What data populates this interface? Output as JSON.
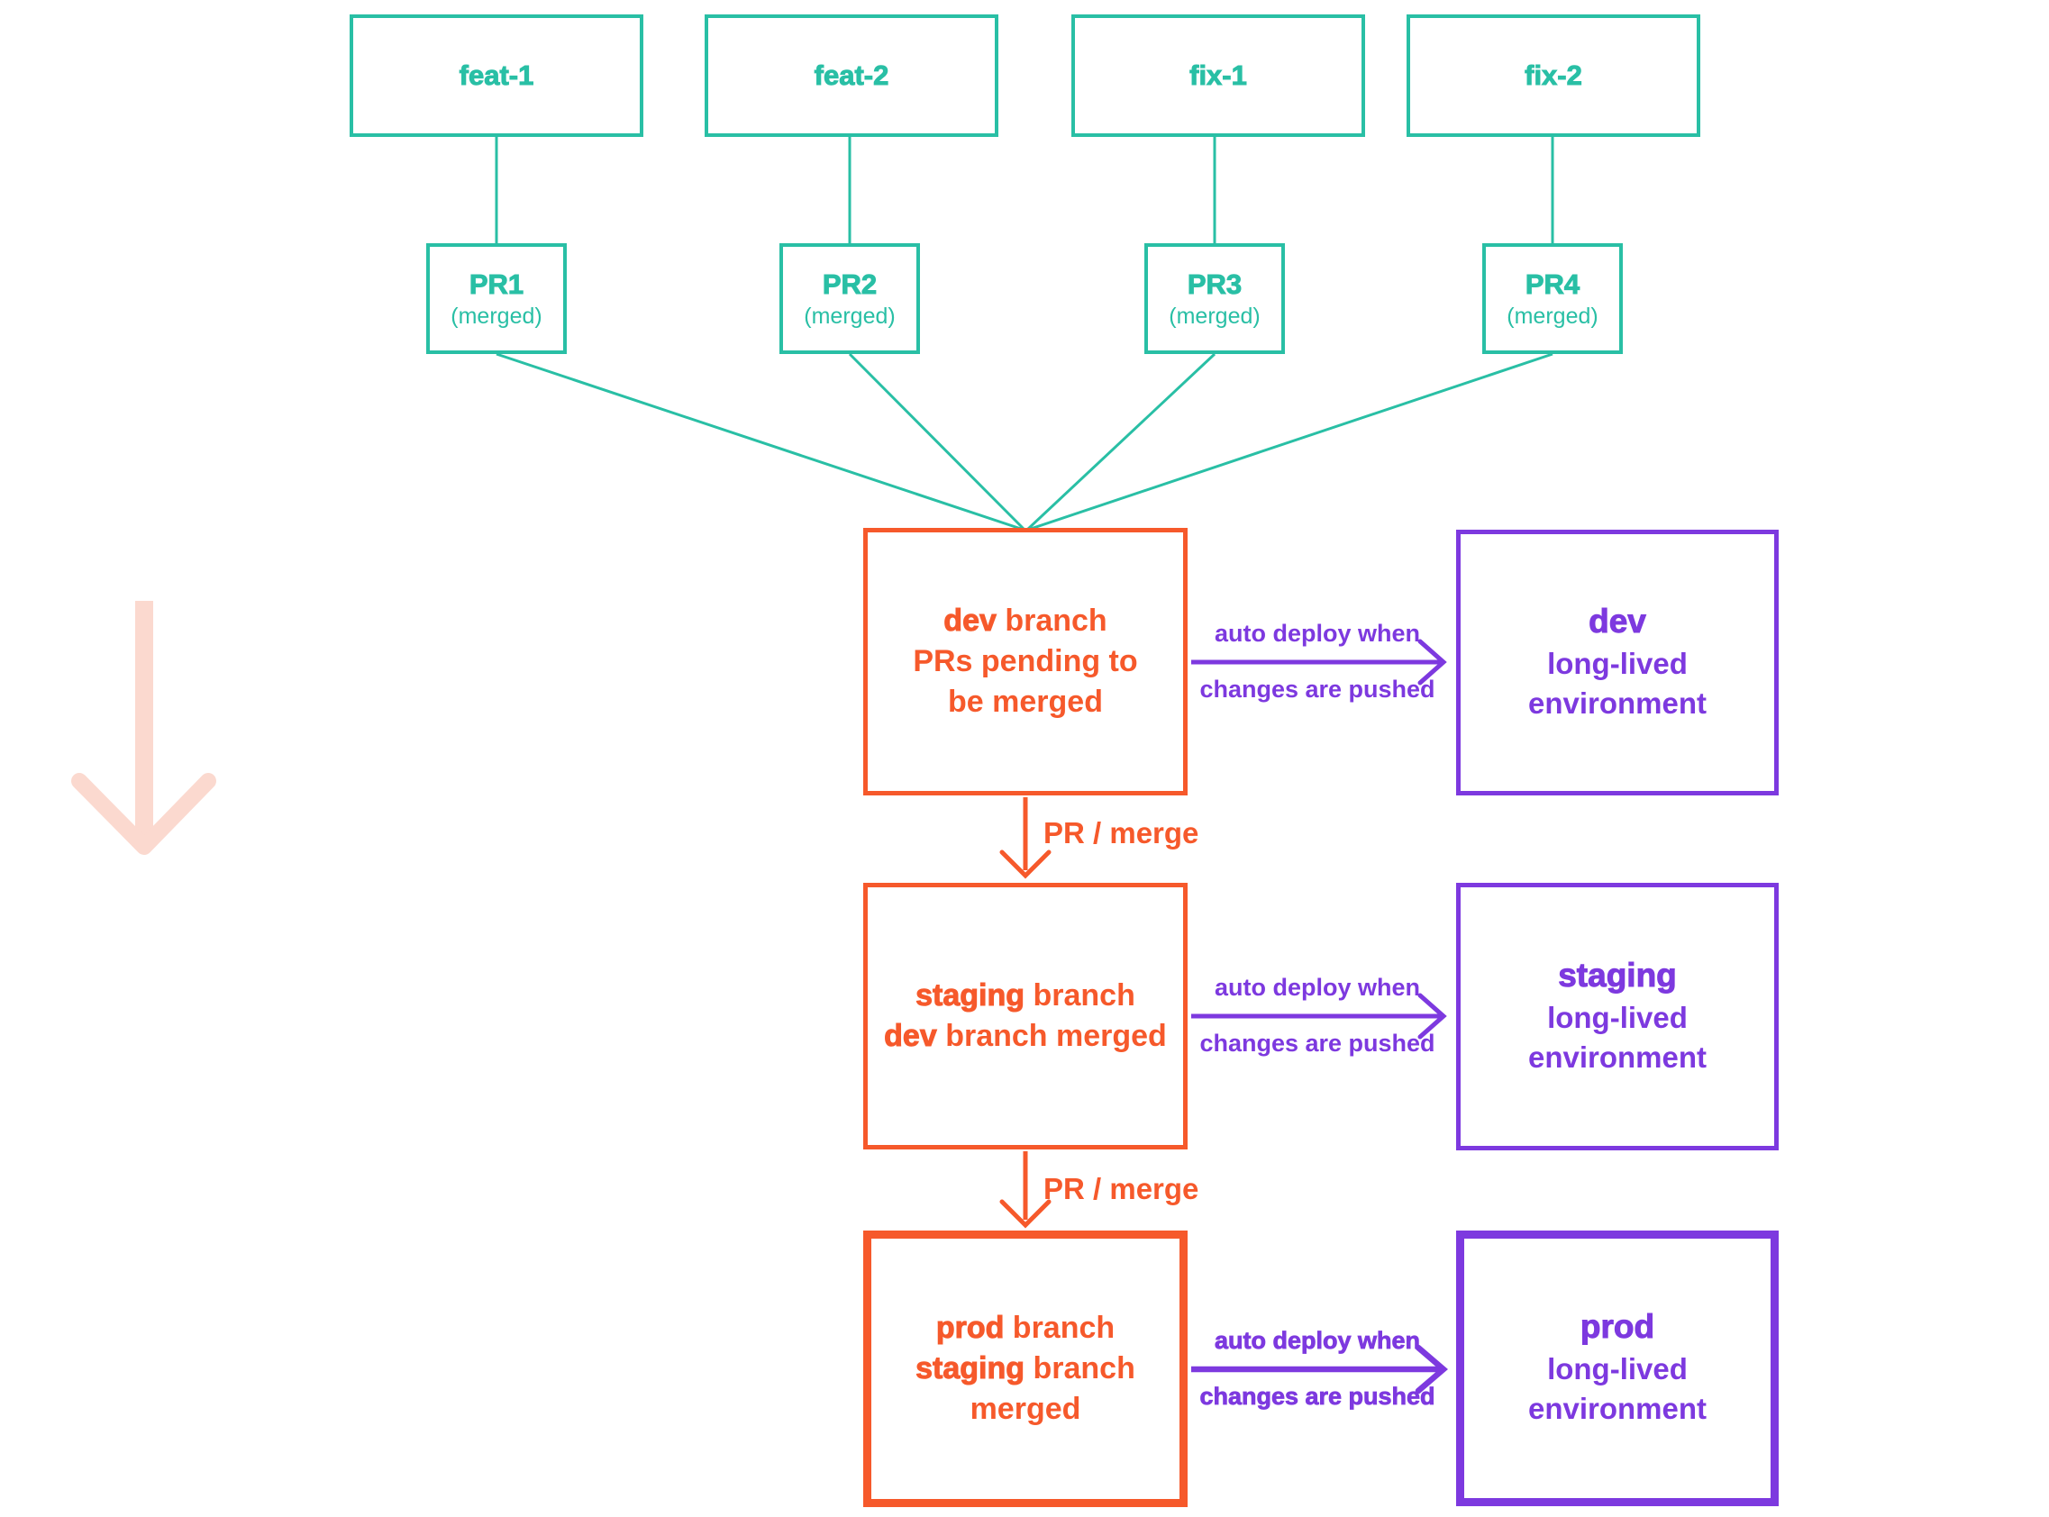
{
  "colors": {
    "teal": "#29BFA5",
    "orange": "#F6592B",
    "purple": "#7D39DF",
    "pink": "#FBD9CF"
  },
  "feature_branches": [
    {
      "name": "feat-1",
      "pr": "PR1",
      "pr_status": "(merged)"
    },
    {
      "name": "feat-2",
      "pr": "PR2",
      "pr_status": "(merged)"
    },
    {
      "name": "fix-1",
      "pr": "PR3",
      "pr_status": "(merged)"
    },
    {
      "name": "fix-2",
      "pr": "PR4",
      "pr_status": "(merged)"
    }
  ],
  "rows": [
    {
      "branch": {
        "bold": "dev",
        "rest": " branch",
        "sub_bold": "",
        "sub_rest": "PRs pending to be merged"
      },
      "deploy": {
        "line1": "auto deploy when",
        "line2": "changes are pushed"
      },
      "env": {
        "title": "dev",
        "subtitle": "long-lived environment"
      },
      "merge_label": "PR / merge"
    },
    {
      "branch": {
        "bold": "staging",
        "rest": " branch",
        "sub_bold": "dev",
        "sub_rest": " branch merged"
      },
      "deploy": {
        "line1": "auto deploy when",
        "line2": "changes are pushed"
      },
      "env": {
        "title": "staging",
        "subtitle": "long-lived environment"
      },
      "merge_label": "PR / merge"
    },
    {
      "branch": {
        "bold": "prod",
        "rest": " branch",
        "sub_bold": "staging",
        "sub_rest": " branch merged"
      },
      "deploy": {
        "line1": "auto deploy when",
        "line2": "changes are pushed"
      },
      "env": {
        "title": "prod",
        "subtitle": "long-lived environment"
      }
    }
  ]
}
